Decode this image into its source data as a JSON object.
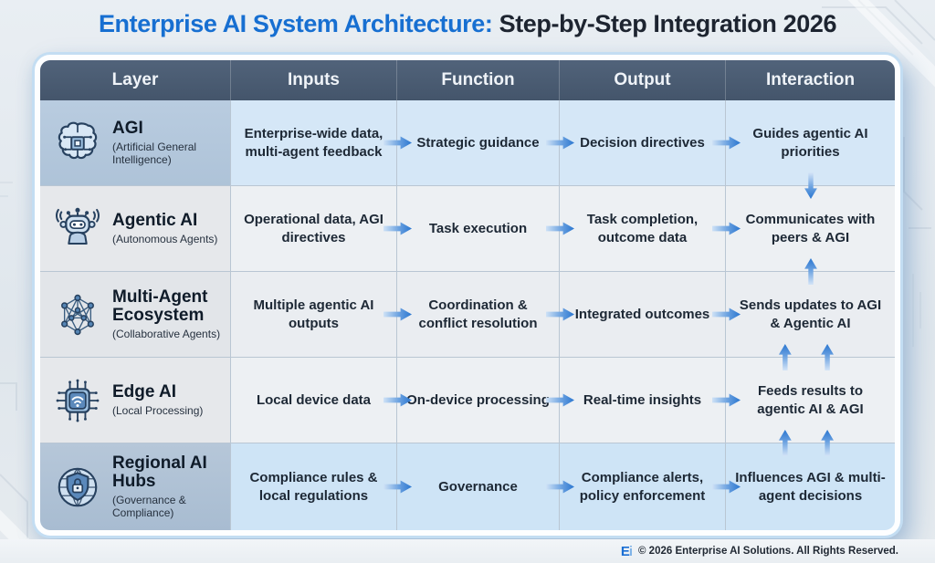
{
  "title": {
    "highlight": "Enterprise AI System Architecture:",
    "rest": " Step-by-Step Integration 2026"
  },
  "table": {
    "headers": [
      "Layer",
      "Inputs",
      "Function",
      "Output",
      "Interaction"
    ],
    "rows": [
      {
        "layer": {
          "name": "AGI",
          "subtitle": "(Artificial General Intelligence)",
          "icon": "brain-circuit-icon"
        },
        "inputs": "Enterprise-wide data, multi-agent feedback",
        "function": "Strategic guidance",
        "output": "Decision directives",
        "interaction": "Guides agentic AI priorities"
      },
      {
        "layer": {
          "name": "Agentic AI",
          "subtitle": "(Autonomous Agents)",
          "icon": "robot-icon"
        },
        "inputs": "Operational data, AGI directives",
        "function": "Task execution",
        "output": "Task completion, outcome data",
        "interaction": "Communicates with peers & AGI"
      },
      {
        "layer": {
          "name": "Multi-Agent Ecosystem",
          "subtitle": "(Collaborative Agents)",
          "icon": "network-nodes-icon"
        },
        "inputs": "Multiple agentic AI outputs",
        "function": "Coordination & conflict resolution",
        "output": "Integrated outcomes",
        "interaction": "Sends updates to AGI & Agentic AI"
      },
      {
        "layer": {
          "name": "Edge AI",
          "subtitle": "(Local Processing)",
          "icon": "chip-wifi-icon"
        },
        "inputs": "Local device data",
        "function": "On-device processing",
        "output": "Real-time insights",
        "interaction": "Feeds results to agentic AI & AGI"
      },
      {
        "layer": {
          "name": "Regional AI Hubs",
          "subtitle": "(Governance & Compliance)",
          "icon": "globe-shield-lock-icon"
        },
        "inputs": "Compliance rules & local regulations",
        "function": "Governance",
        "output": "Compliance alerts, policy enforcement",
        "interaction": "Influences AGI & multi-agent decisions"
      }
    ],
    "flow_icons": {
      "horizontal": "right-arrow-icon",
      "down": "down-arrow-icon",
      "up": "up-arrow-icon"
    }
  },
  "footer": {
    "logo_e": "E",
    "logo_i": "i",
    "copyright": "© 2026 Enterprise AI Solutions. All Rights Reserved."
  },
  "colors": {
    "header_bg": "#47586e",
    "accent_blue": "#2a76d0",
    "title_blue": "#176fd1",
    "row_highlight_blue": "#d5e7f7",
    "row_neutral": "#edf0f3",
    "frame_rim": "#c3ddf2"
  }
}
